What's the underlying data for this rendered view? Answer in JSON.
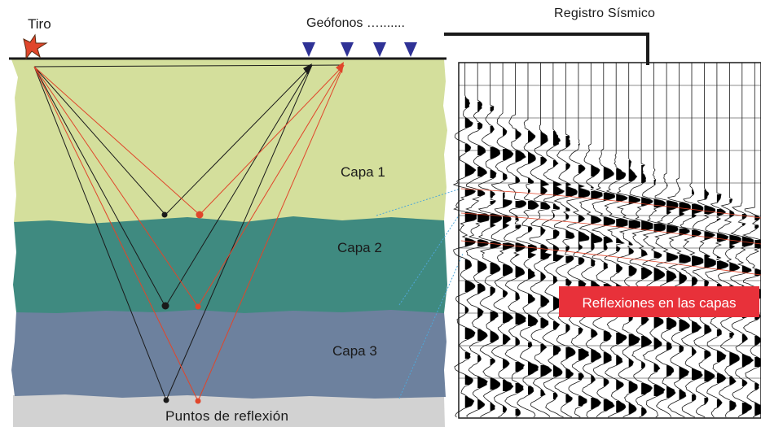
{
  "labels": {
    "shot": "Tiro",
    "geophones": "Geófonos ….......",
    "record": "Registro Sísmico",
    "layer1": "Capa 1",
    "layer2": "Capa 2",
    "layer3": "Capa 3",
    "reflection_points": "Puntos de reflexión",
    "callout": "Reflexiones en las capas"
  },
  "colors": {
    "layer1": "#d4df9c",
    "layer2": "#3f8a80",
    "layer3": "#6d819e",
    "bedrock": "#d2d2d2",
    "black_rays": "#1a1a1a",
    "red_rays": "#e0462b",
    "geophone": "#2f3296",
    "callout_bg": "#e8313a",
    "trace_fill": "#000000",
    "dashed_connector": "#4fa7d8"
  },
  "icons": {
    "shot": "star-burst-icon",
    "geophone": "triangle-down-icon"
  }
}
